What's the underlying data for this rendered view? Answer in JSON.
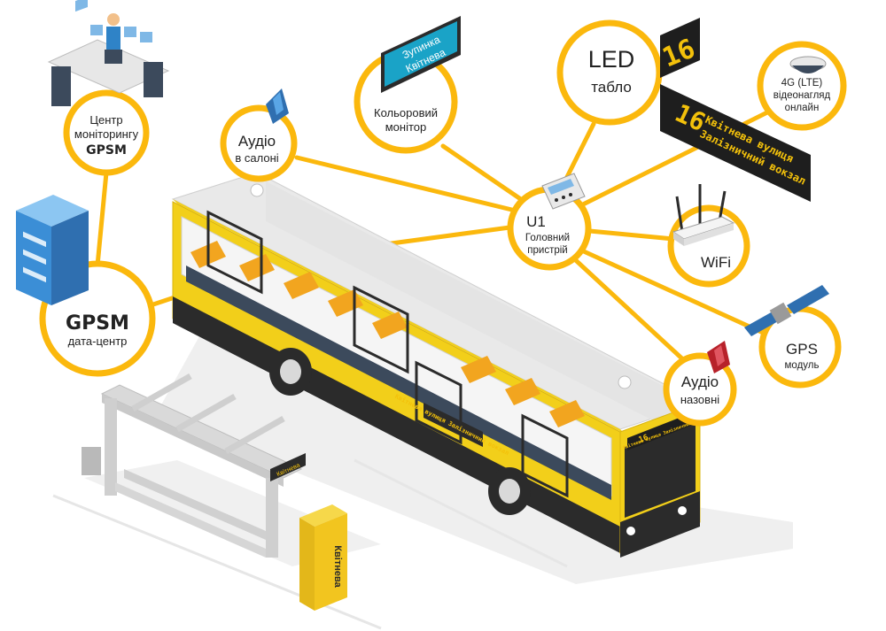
{
  "colors": {
    "accent": "#fbb80d",
    "bus_yellow": "#f2cf1a",
    "bus_dark": "#2b2b2b",
    "seat_orange": "#f2a51f",
    "led_amber": "#f3c10b"
  },
  "hub": {
    "title": "U1",
    "subtitle_line1": "Головний",
    "subtitle_line2": "пристрій",
    "icon": "control-unit-icon"
  },
  "nodes": {
    "monitoring": {
      "line1": "Центр",
      "line2": "моніторингу",
      "brand": "GPSM",
      "icon": "operator-workstation-icon"
    },
    "datacenter": {
      "brand": "GPSM",
      "line1": "дата-центр",
      "icon": "server-rack-icon"
    },
    "audio_in": {
      "line1": "Аудіо",
      "line2": "в салоні",
      "icon": "speaker-icon"
    },
    "monitor": {
      "line1": "Кольоровий",
      "line2": "монітор",
      "screen_line1": "Зупинка",
      "screen_line2": "Квітнева",
      "icon": "display-monitor-icon"
    },
    "led": {
      "line1": "LED",
      "line2": "табло",
      "route_number": "16",
      "sign_line1": "Квітнева вулиця",
      "sign_line2": "Залізничний вокзал",
      "icon": "led-sign-icon"
    },
    "video": {
      "line1": "4G (LTE)",
      "line2": "відеонагляд",
      "line3": "онлайн",
      "icon": "dome-camera-icon"
    },
    "wifi": {
      "line1": "WiFi",
      "icon": "wifi-router-icon"
    },
    "gps": {
      "line1": "GPS",
      "line2": "модуль",
      "icon": "satellite-icon"
    },
    "audio_out": {
      "line1": "Аудіо",
      "line2": "назовні",
      "icon": "speaker-icon"
    }
  },
  "bus": {
    "route_number": "16",
    "side_sign": "Квітнева вулиця Залізничний вокзал",
    "front_sign": "Квітнева вулиця Залізничний вокзал"
  },
  "stop": {
    "sign_text": "Квітнева",
    "post_text": "Квітнева"
  }
}
